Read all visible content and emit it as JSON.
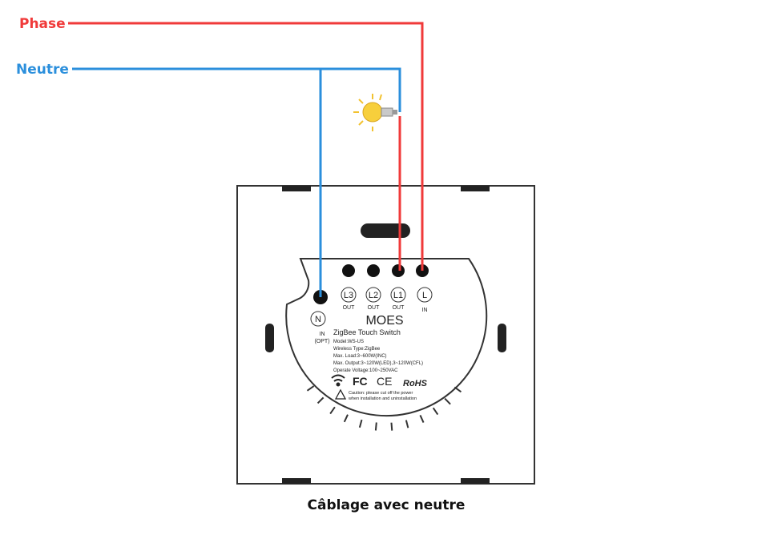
{
  "wires": {
    "phase_label": "Phase",
    "neutral_label": "Neutre",
    "phase_color": "#f03a3a",
    "neutral_color": "#2b8fdc"
  },
  "device": {
    "brand": "MOES",
    "product": "ZigBee Touch Switch",
    "specs": [
      "Model:WS-US",
      "Wireless Type:ZigBee",
      "Max. Load:3~600W(INC)",
      "Max. Output:3~120W(LED),3~120W(CFL)",
      "Operate Voltage:100~250VAC"
    ],
    "terminals": [
      {
        "name": "L3",
        "sub": "OUT"
      },
      {
        "name": "L2",
        "sub": "OUT"
      },
      {
        "name": "L1",
        "sub": "OUT"
      },
      {
        "name": "L",
        "sub": "IN"
      }
    ],
    "neutral_terminal": {
      "name": "N",
      "sub1": "IN",
      "sub2": "(OPT)"
    },
    "certifications": [
      "FC",
      "CE",
      "RoHS"
    ],
    "caution_line1": "Caution: please cut off the power",
    "caution_line2": "when installation and uninstallation"
  },
  "caption": "Câblage avec neutre"
}
